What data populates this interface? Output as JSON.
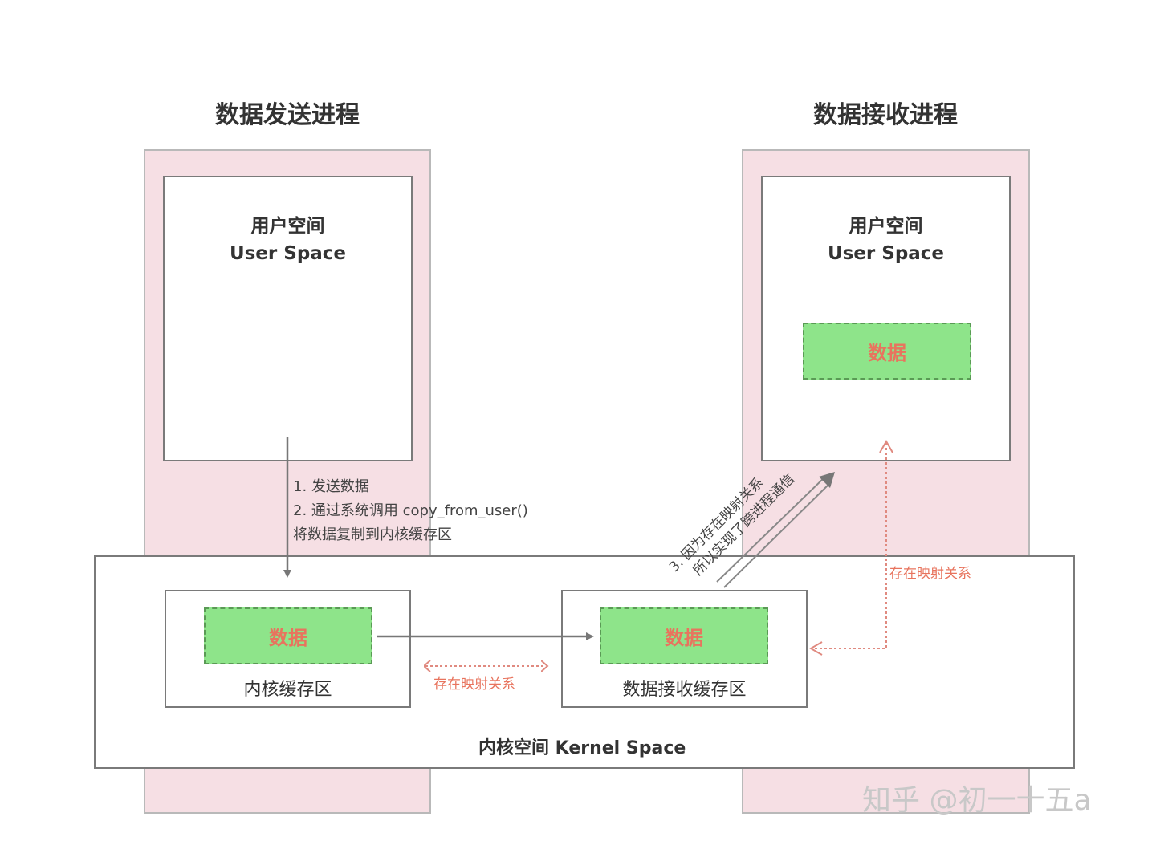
{
  "sender": {
    "title": "数据发送进程",
    "user_space_cn": "用户空间",
    "user_space_en": "User Space"
  },
  "receiver": {
    "title": "数据接收进程",
    "user_space_cn": "用户空间",
    "user_space_en": "User Space",
    "data_label": "数据"
  },
  "kernel": {
    "label": "内核空间 Kernel Space",
    "kernel_buffer": {
      "data_label": "数据",
      "label": "内核缓存区"
    },
    "receive_buffer": {
      "data_label": "数据",
      "label": "数据接收缓存区"
    }
  },
  "steps": {
    "step1": "1.  发送数据",
    "step2": "2.  通过系统调用 copy_from_user()",
    "step2b": "将数据复制到内核缓存区",
    "step3_line1": "3. 因为存在映射关系",
    "step3_line2": "所以实现了跨进程通信"
  },
  "mapping": {
    "label_mid": "存在映射关系",
    "label_right": "存在映射关系"
  },
  "watermark": "知乎 @初一十五a",
  "colors": {
    "process_bg": "#f6dfe4",
    "data_fill": "#8ee48a",
    "data_text": "#e8745e",
    "mapping_line": "#e08a80"
  }
}
